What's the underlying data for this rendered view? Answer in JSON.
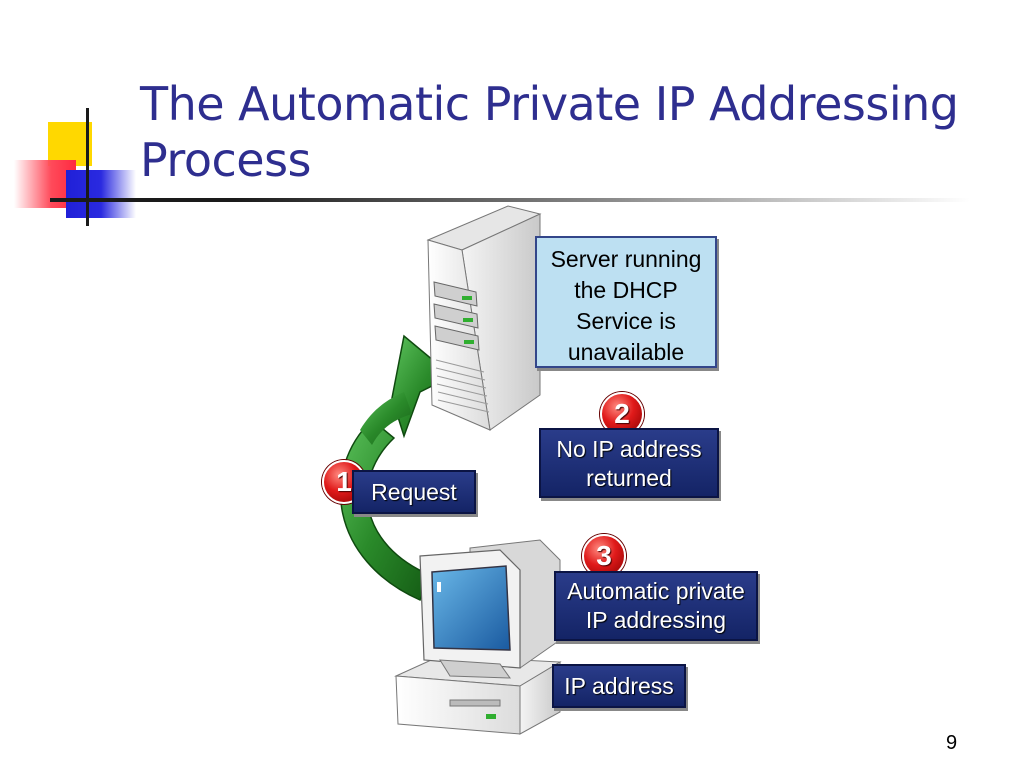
{
  "slide": {
    "title": "The Automatic Private IP Addressing Process",
    "page_number": "9"
  },
  "diagram": {
    "server_label": "Server running the DHCP Service is unavailable",
    "steps": [
      {
        "number": "1",
        "label": "Request"
      },
      {
        "number": "2",
        "label": "No IP address returned"
      },
      {
        "number": "3",
        "label": "Automatic private IP addressing"
      }
    ],
    "ip_label": "IP address"
  },
  "colors": {
    "title": "#2e2e8f",
    "label_box": "#1c2e78",
    "server_box": "#bde0f2",
    "arrow": "#2a8a2a",
    "badge": "#e01a1a"
  }
}
